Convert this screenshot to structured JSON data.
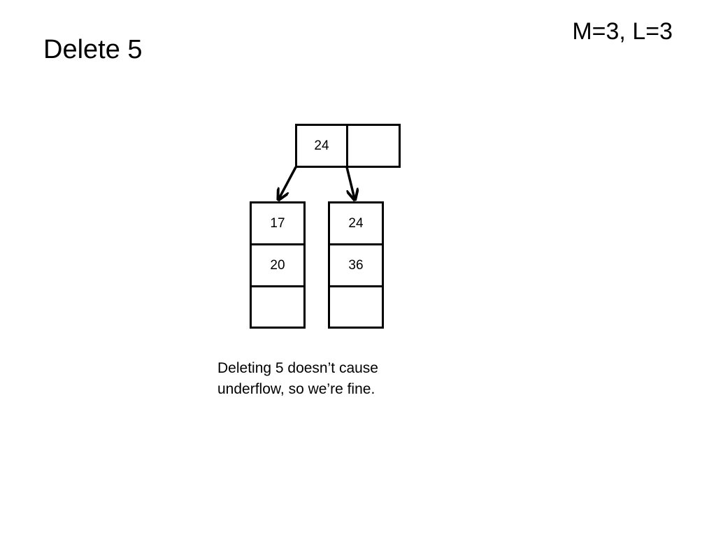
{
  "slide": {
    "title": "Delete 5",
    "params": "M=3, L=3"
  },
  "tree": {
    "root": {
      "keys": [
        "24",
        ""
      ]
    },
    "leaves": [
      {
        "values": [
          "17",
          "20",
          ""
        ]
      },
      {
        "values": [
          "24",
          "36",
          ""
        ]
      }
    ]
  },
  "caption": {
    "line1": "Deleting 5 doesn’t cause",
    "line2": "underflow, so we’re fine."
  }
}
